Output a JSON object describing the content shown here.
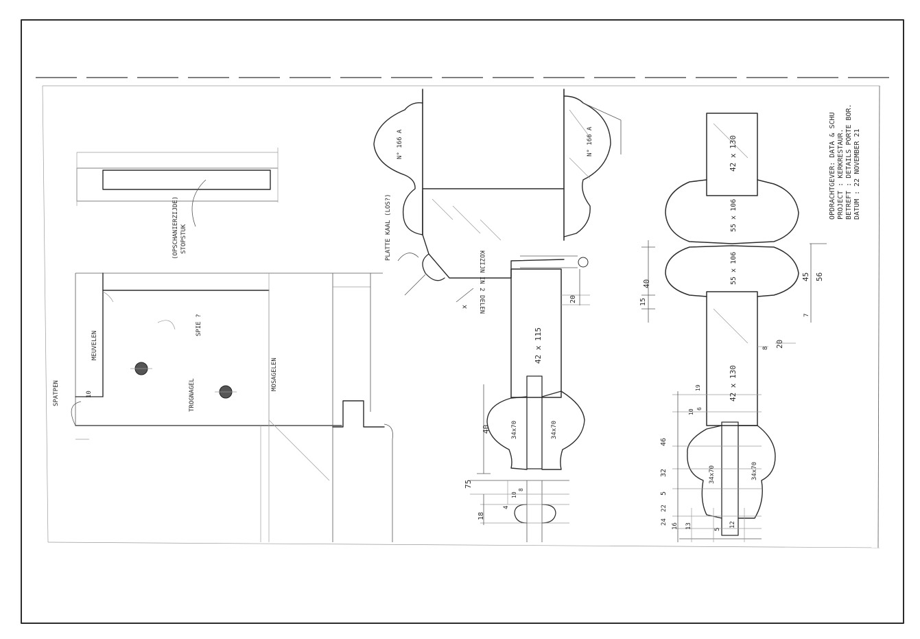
{
  "title_block": {
    "line1": "OPDRACHTGEVER: DATA & SCHU",
    "line2": "PROJECT : KERKRESTAUR.",
    "line3": "BETREFT : DETAILS PORTE BOR.",
    "line4": "DATUM : 22 NOVEMBER 21"
  },
  "labels": {
    "opschanierzijde": "(OPSCHANIERZIJDE)",
    "stopstuk": "STOPSTUK",
    "meuvelen": "MEUVELEN",
    "spie": "SPIE ?",
    "trognagel": "TROGNAGEL",
    "mosagelen": "MOSAGELEN",
    "spatpen": "SPATPEN",
    "platte_kaal": "PLATTE KAAL (LOS?)",
    "kozijn": "KOZIJN IN 2 DELEN",
    "nr_a": "N° 166 A",
    "nr_b": "N° 166 A",
    "lat_a": "34x70",
    "lat_b": "34x70",
    "sec_42x115": "42 x 115",
    "sec_42x130_top": "42 x 130",
    "sec_55x106_a": "55 x 106",
    "sec_55x106_b": "55 x 106",
    "sec_42x130_mid": "42 x 130",
    "lat_c": "34x70",
    "lat_d": "34x70"
  },
  "dims": {
    "d20a": "20",
    "d40": "40",
    "d75": "75",
    "d18": "18",
    "d4": "4",
    "d10a": "10",
    "d8a": "8",
    "dx": "x",
    "d15": "15",
    "d40b": "40",
    "d45": "45",
    "d56": "56",
    "d7": "7",
    "d8b": "8",
    "d20b": "20",
    "d10b": "10",
    "d19": "19",
    "d6": "6",
    "d46": "46",
    "d32": "32",
    "d5a": "5",
    "d22": "22",
    "d24": "24",
    "d16": "16",
    "d13": "13",
    "d5b": "5",
    "d12": "12",
    "d10c": "10"
  }
}
